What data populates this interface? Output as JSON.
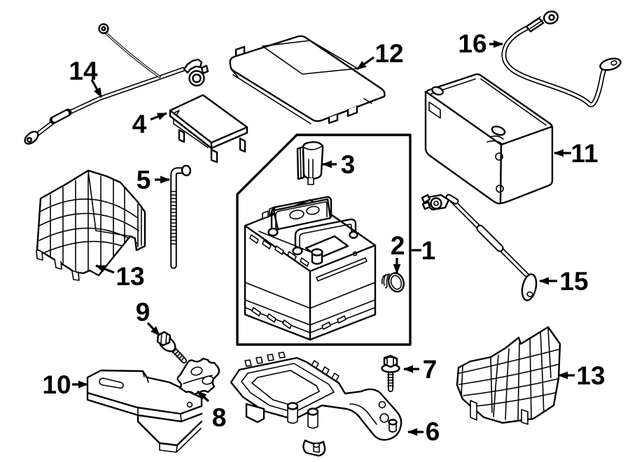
{
  "diagram": {
    "type": "parts-diagram",
    "subject": "battery-and-mounting-components",
    "background_color": "#ffffff",
    "line_color": "#000000",
    "callouts": {
      "c1": {
        "label": "1",
        "part": "battery-assembly"
      },
      "c2": {
        "label": "2",
        "part": "vent-plug"
      },
      "c3": {
        "label": "3",
        "part": "terminal-cover"
      },
      "c4": {
        "label": "4",
        "part": "baffle-plate"
      },
      "c5": {
        "label": "5",
        "part": "vent-hose"
      },
      "c6": {
        "label": "6",
        "part": "battery-tray"
      },
      "c7": {
        "label": "7",
        "part": "hold-down-bolt"
      },
      "c8": {
        "label": "8",
        "part": "hold-down-clamp"
      },
      "c9": {
        "label": "9",
        "part": "mounting-bolt"
      },
      "c10": {
        "label": "10",
        "part": "support-tray"
      },
      "c11": {
        "label": "11",
        "part": "auxiliary-battery"
      },
      "c12": {
        "label": "12",
        "part": "battery-cover"
      },
      "c13a": {
        "label": "13",
        "part": "battery-shield-front"
      },
      "c13b": {
        "label": "13",
        "part": "battery-shield-rear"
      },
      "c14": {
        "label": "14",
        "part": "positive-battery-cable"
      },
      "c15": {
        "label": "15",
        "part": "negative-battery-cable"
      },
      "c16": {
        "label": "16",
        "part": "ground-cable"
      }
    }
  }
}
